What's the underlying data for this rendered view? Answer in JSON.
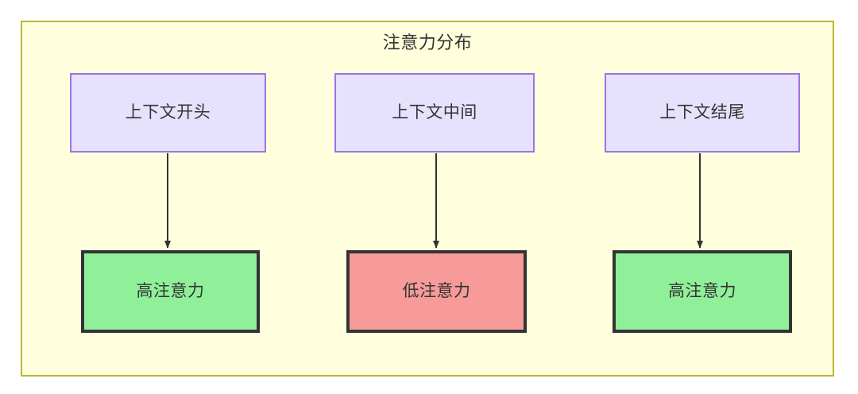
{
  "diagram": {
    "title": "注意力分布",
    "type": "flowchart",
    "colors": {
      "page_background": "#ffffff",
      "container_fill": "#ffffdd",
      "container_border": "#bbb734",
      "context_fill": "#e6e2fd",
      "context_border": "#9b74e8",
      "high_attention_fill": "#90f09a",
      "low_attention_fill": "#f79a9a",
      "node_border_dark": "#333333",
      "text": "#333333",
      "edge": "#333333"
    },
    "nodes": {
      "context_start": "上下文开头",
      "context_middle": "上下文中间",
      "context_end": "上下文结尾",
      "attention_start": "高注意力",
      "attention_middle": "低注意力",
      "attention_end": "高注意力"
    },
    "edges": [
      {
        "from": "上下文开头",
        "to": "高注意力",
        "label": "",
        "style": "solid-arrow"
      },
      {
        "from": "上下文中间",
        "to": "低注意力",
        "label": "",
        "style": "solid-arrow"
      },
      {
        "from": "上下文结尾",
        "to": "高注意力",
        "label": "",
        "style": "solid-arrow"
      }
    ]
  }
}
